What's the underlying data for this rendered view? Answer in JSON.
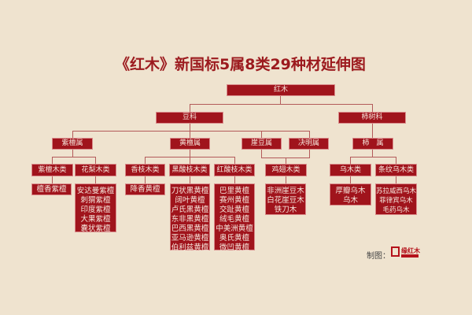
{
  "title": "《红木》新国标5属8类29种材延伸图",
  "root": "红木",
  "families": [
    "豆科",
    "柿树科"
  ],
  "genera": {
    "zitan": "紫檀属",
    "huangtan": "黄檀属",
    "yadou": "崖豆属",
    "jueming": "决明属",
    "shi": "柿　属"
  },
  "classes": {
    "zitanmu": "紫檀木类",
    "hualimu": "花梨木类",
    "xiangzhimu": "香枝木类",
    "heisuanzhimu": "黑酸枝木类",
    "hongsuanzhimu": "红酸枝木类",
    "jichimu": "鸡翅木类",
    "wumu": "乌木类",
    "tiaowenwumu": "条纹乌木类"
  },
  "species": {
    "zitanmu": [
      "檀香紫檀"
    ],
    "hualimu": [
      "安达曼紫檀",
      "刺猬紫檀",
      "印度紫檀",
      "大果紫檀",
      "囊状紫檀"
    ],
    "xiangzhimu": [
      "降香黄檀"
    ],
    "heisuanzhimu": [
      "刀状黑黄檀",
      "阔叶黄檀",
      "卢氏黑黄檀",
      "东非黑黄檀",
      "巴西黑黄檀",
      "亚马逊黄檀",
      "伯利兹黄檀"
    ],
    "hongsuanzhimu": [
      "巴里黄檀",
      "赛州黄檀",
      "交趾黄檀",
      "绒毛黄檀",
      "中美洲黄檀",
      "奥氏黄檀",
      "微凹黄檀"
    ],
    "jichimu": [
      "非洲崖豆木",
      "白花崖豆木",
      "铁刀木"
    ],
    "wumu": [
      "厚瓣乌木",
      "乌木"
    ],
    "tiaowenwumu": [
      "苏拉威西乌木",
      "菲律宾乌木",
      "毛药乌木"
    ]
  },
  "credit": {
    "label": "制图：",
    "logo_text": "缘红木"
  },
  "colors": {
    "background": "#efe3cf",
    "box": "#a0141c",
    "title": "#9c1a1e",
    "line": "#b35a5a"
  }
}
